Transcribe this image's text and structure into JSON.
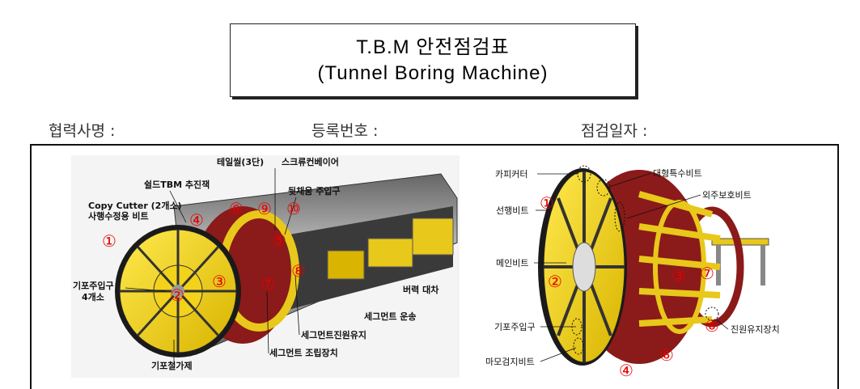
{
  "title": {
    "line1": "T.B.M 안전점검표",
    "line2": "(Tunnel Boring Machine)"
  },
  "info": {
    "company": "협력사명 :",
    "reg_no": "등록번호 :",
    "date": "점검일자 :"
  },
  "left_diagram": {
    "labels": {
      "shield_jack": "쉴드TBM 추진잭",
      "copy_cutter": "Copy Cutter (2개소)",
      "copy_cutter_sub": "사행수정용 비트",
      "tail_seal": "테일씰(3단)",
      "screw_conveyor": "스크류컨베이어",
      "backfill_port": "뒷채움 주입구",
      "foam_port": "기포주입구",
      "foam_port_sub": "4개소",
      "foam_bar": "기포철가제",
      "power_car": "버력 대차",
      "segment_transport": "세그먼트 운송",
      "segment_roundness": "세그먼트진원유지",
      "segment_erector": "세그먼트 조립장치"
    },
    "numbers": [
      "①",
      "②",
      "③",
      "④",
      "⑤",
      "⑥",
      "⑦",
      "⑧",
      "⑨",
      "⑩"
    ]
  },
  "right_diagram": {
    "labels": {
      "cutter": "카피커터",
      "lead_bit": "선행비트",
      "main_bit": "메인비트",
      "foam_port": "기포주입구",
      "wear_bit": "마모검지비트",
      "large_bit": "대형특수비트",
      "outer_bit": "외주보호비트",
      "roundness_device": "진원유지장치"
    },
    "numbers": [
      "①",
      "②",
      "③",
      "④",
      "⑥",
      "⑦",
      "⑧"
    ]
  },
  "colors": {
    "yellow": "#f2d21a",
    "dark_red": "#8b1a1a",
    "number_red": "#e60000"
  }
}
